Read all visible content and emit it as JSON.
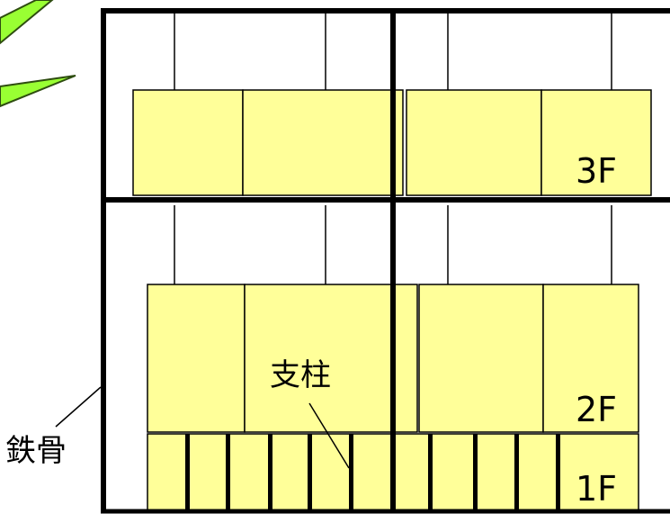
{
  "labels": {
    "floor_3": "3F",
    "floor_2": "2F",
    "floor_1": "1F",
    "pillar": "支柱",
    "steel_frame": "鉄骨"
  },
  "colors": {
    "box_fill": "#FFFF99",
    "arrow_fill": "#99FF33",
    "line": "#000000"
  }
}
